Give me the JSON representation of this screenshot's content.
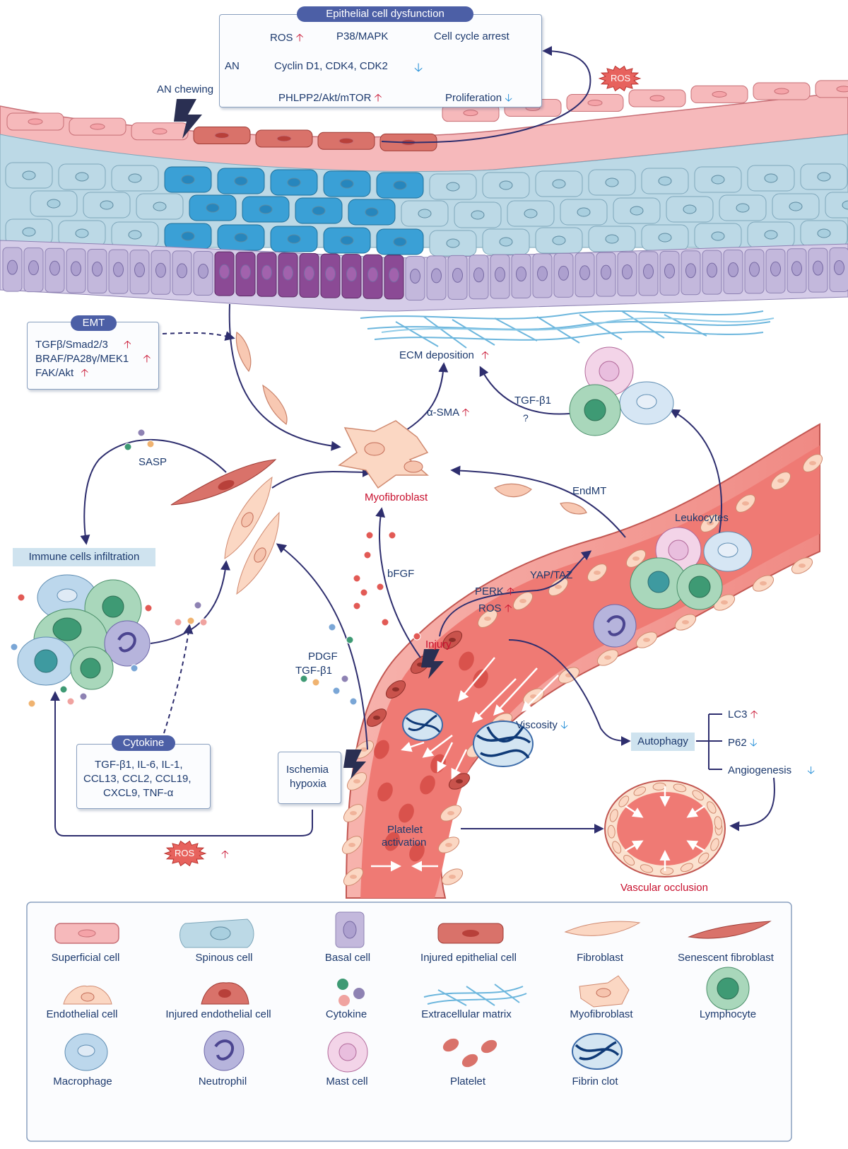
{
  "epithelial": {
    "title": "Epithelial cell dysfunction",
    "an": "AN",
    "ros": "ROS",
    "p38": "P38/MAPK",
    "cell_cycle_arrest": "Cell cycle arrest",
    "cyclin": "Cyclin D1, CDK4, CDK2",
    "phlpp2": "PHLPP2/Akt/mTOR",
    "proliferation": "Proliferation"
  },
  "an_chewing": "AN chewing",
  "ros_star_top": "ROS",
  "emt": {
    "title": "EMT",
    "line1": "TGFβ/Smad2/3",
    "line2": "BRAF/PA28γ/MEK1",
    "line3": "FAK/Akt"
  },
  "ecm_deposition": "ECM deposition",
  "alpha_sma": "α-SMA",
  "tgf_b1_top": "TGF-β1",
  "question": "?",
  "sasp": "SASP",
  "myofibroblast": "Myofibroblast",
  "endmt": "EndMT",
  "leukocytes": "Leukocytes",
  "immune_infiltration": "Immune cells infiltration",
  "bfgf": "bFGF",
  "perk": "PERK",
  "ros_mid": "ROS",
  "yap_taz": "YAP/TAZ",
  "injury": "Injury",
  "pdgf": "PDGF",
  "tgf_b1_mid": "TGF-β1",
  "viscosity": "Viscosity",
  "autophagy": "Autophagy",
  "lc3": "LC3",
  "p62": "P62",
  "angiogenesis": "Angiogenesis",
  "cytokine_box": {
    "title": "Cytokine",
    "line1": "TGF-β1, IL-6, IL-1,",
    "line2": "CCL13, CCL2, CCL19,",
    "line3": "CXCL9, TNF-α"
  },
  "ischemia": {
    "line1": "Ischemia",
    "line2": "hypoxia"
  },
  "ros_star_bottom": "ROS",
  "platelet_activation": {
    "line1": "Platelet",
    "line2": "activation"
  },
  "vascular_occlusion": "Vascular occlusion",
  "legend": [
    "Superficial cell",
    "Spinous cell",
    "Basal cell",
    "Injured epithelial cell",
    "Fibroblast",
    "Senescent fibroblast",
    "Endothelial cell",
    "Injured endothelial cell",
    "Cytokine",
    "Extracellular matrix",
    "Myofibroblast",
    "Lymphocyte",
    "Macrophage",
    "Neutrophil",
    "Mast cell",
    "Platelet",
    "Fibrin clot"
  ],
  "colors": {
    "navy": "#1d3a6e",
    "arrow": "#2e2e6e",
    "up_red": "#c8102e",
    "down_blue": "#1a8ad6",
    "pill": "#4c5fa6",
    "superficial": "#f4a6a9",
    "spinous": "#a9cfdf",
    "spinous_injured": "#3aa0d6",
    "basal": "#c3b8dc",
    "basal_injured": "#8b4a95",
    "vessel": "#f08a84",
    "vessel_lumen": "#ef7a74"
  }
}
